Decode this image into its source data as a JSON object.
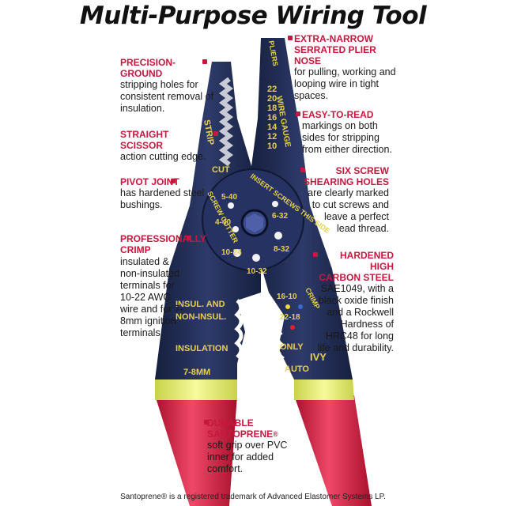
{
  "title": "Multi-Purpose Wiring Tool",
  "colors": {
    "accent": "#c8173e",
    "tool_body": "#1f2a52",
    "handle": "#d9224a",
    "collar": "#e9f07a",
    "markings": "#e8d14a"
  },
  "callouts": {
    "precision": {
      "head": "PRECISION-GROUND",
      "body": "stripping holes for consistent removal of insulation."
    },
    "scissor": {
      "head": "STRAIGHT SCISSOR",
      "body": "action cutting edge."
    },
    "pivot": {
      "head": "PIVOT JOINT",
      "body": "has hardened steel bushings."
    },
    "crimp": {
      "head1": "PROFESSIONALLY",
      "head2": "CRIMP",
      "body": "insulated & non-insulated terminals for 10-22 AWG wire and for 7-8mm ignition terminals."
    },
    "santoprene": {
      "head1": "DURABLE",
      "head2": "SANTOPRENE",
      "reg": "®",
      "body": "soft grip over PVC inner for added comfort."
    },
    "nose": {
      "head1": "EXTRA-NARROW",
      "head2": "SERRATED PLIER NOSE",
      "body": "for pulling, working and looping wire in tight spaces."
    },
    "readable": {
      "head": "EASY-TO-READ",
      "body": "markings on both sides for stripping from either direction."
    },
    "screw": {
      "head1": "SIX SCREW",
      "head2": "SHEARING HOLES",
      "body": "are clearly marked to cut screws and leave a perfect lead thread."
    },
    "steel": {
      "head1": "HARDENED HIGH",
      "head2": "CARBON STEEL",
      "body": "SAE1049, with a black oxide finish and a Rockwell Hardness of HRC48 for long life and durability."
    }
  },
  "tool_labels": {
    "strip": "STRIP",
    "cut": "CUT",
    "pliers": "PLIERS",
    "wire_gauge": "WIRE GAUGE",
    "gauges": [
      "22",
      "20",
      "18",
      "16",
      "14",
      "12",
      "10"
    ],
    "insert": "INSERT SCREWS THIS SIDE",
    "screw_cutter": "SCREW CUTTER",
    "screw_sizes": [
      "5-40",
      "4-40",
      "6-32",
      "10-24",
      "8-32",
      "10-32"
    ],
    "insul_and": "INSUL. AND",
    "non_insul": "NON-INSUL.",
    "insulation": "INSULATION",
    "mm": "7-8MM",
    "crimp_sizes": [
      "16-10",
      "22-18"
    ],
    "crimp": "CRIMP",
    "only": "ONLY",
    "auto": "AUTO",
    "brand": "IVY"
  },
  "footnote": "Santoprene® is a registered trademark of Advanced Elastomer Systems LP."
}
